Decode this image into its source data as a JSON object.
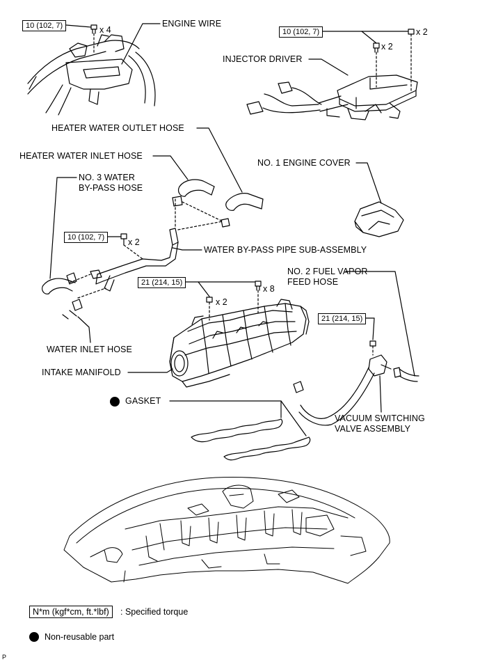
{
  "parts": {
    "engine_wire": "ENGINE WIRE",
    "injector_driver": "INJECTOR DRIVER",
    "heater_water_outlet_hose": "HEATER WATER OUTLET HOSE",
    "heater_water_inlet_hose": "HEATER WATER INLET HOSE",
    "no3_water_bypass_hose": "NO. 3 WATER\nBY-PASS HOSE",
    "no1_engine_cover": "NO. 1 ENGINE COVER",
    "water_bypass_pipe": "WATER BY-PASS PIPE SUB-ASSEMBLY",
    "no2_fuel_vapor_feed_hose": "NO. 2 FUEL VAPOR\nFEED HOSE",
    "water_inlet_hose": "WATER INLET HOSE",
    "intake_manifold": "INTAKE MANIFOLD",
    "gasket": "GASKET",
    "vacuum_switching_valve": "VACUUM SWITCHING\nVALVE ASSEMBLY"
  },
  "torques": {
    "t1": "10 (102, 7)",
    "t2": "10 (102, 7)",
    "t3": "10 (102, 7)",
    "t4": "21 (214, 15)",
    "t5": "21 (214, 15)"
  },
  "quantities": {
    "q1": "x 4",
    "q2": "x 2",
    "q3": "x 2",
    "q4": "x 2",
    "q5": "x 8",
    "q6": "x 2"
  },
  "legend": {
    "torque_unit": "N*m (kgf*cm, ft.*lbf)",
    "torque_desc": ": Specified torque",
    "nonreusable_desc": "Non-reusable part"
  },
  "figure_id": "P"
}
